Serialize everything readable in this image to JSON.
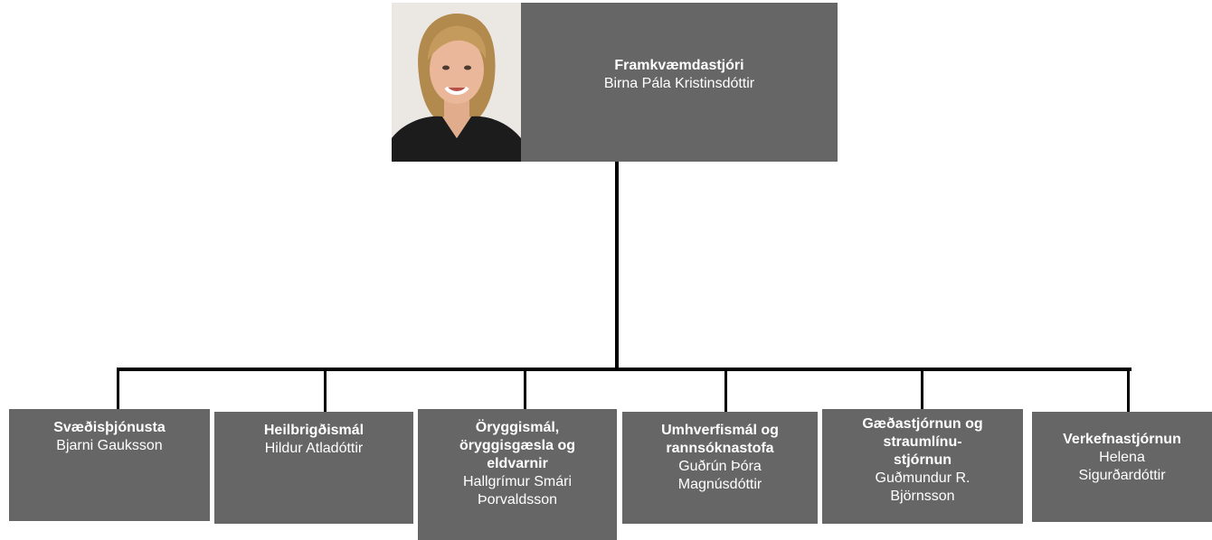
{
  "ceo": {
    "title": "Framkvæmdastjóri",
    "name": "Birna Pála Kristinsdóttir"
  },
  "departments": [
    {
      "title": "Svæðisþjónusta",
      "name": "Bjarni Gauksson"
    },
    {
      "title": "Heilbrigðismál",
      "name": "Hildur Atladóttir"
    },
    {
      "title": "Öryggismál, öryggisgæsla og eldvarnir",
      "name": "Hallgrímur Smári Þorvaldsson"
    },
    {
      "title": "Umhverfismál og rannsóknastofa",
      "name": "Guðrún Þóra Magnúsdóttir"
    },
    {
      "title": "Gæðastjórnun og straumlínu-stjórnun",
      "name": "Guðmundur R. Björnsson"
    },
    {
      "title": "Verkefnastjórnun",
      "name": "Helena Sigurðardóttir"
    }
  ],
  "colors": {
    "box": "#666666",
    "line": "#000000",
    "text": "#ffffff"
  }
}
